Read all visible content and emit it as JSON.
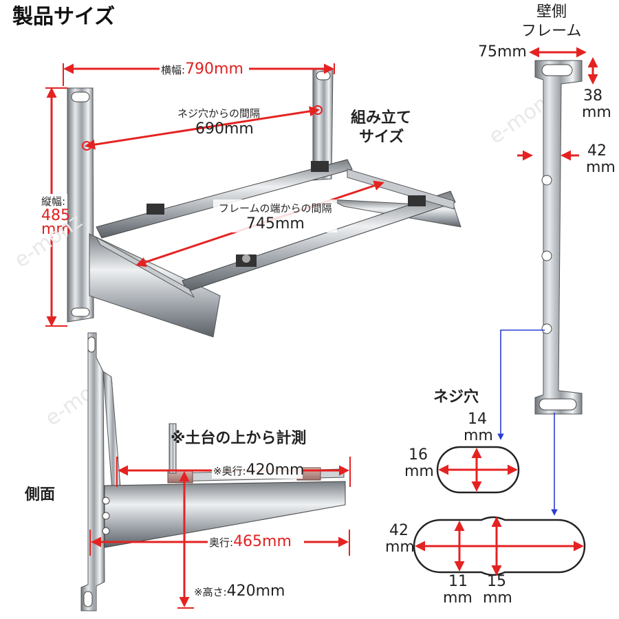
{
  "title": "製品サイズ",
  "main": {
    "width_prefix": "横幅:",
    "width_value": "790mm",
    "height_prefix": "縦幅:",
    "height_value_1": "485",
    "height_value_2": "mm",
    "hole_spacing_label": "ネジ穴からの間隔",
    "hole_spacing_value": "690mm",
    "frame_spacing_label": "フレームの端からの間隔",
    "frame_spacing_value": "745mm",
    "assembled_line1": "組み立て",
    "assembled_line2": "サイズ"
  },
  "wall_frame": {
    "title_line1": "壁側",
    "title_line2": "フレーム",
    "width": "75mm",
    "top_hole_height_1": "38",
    "top_hole_height_2": "mm",
    "thickness_1": "42",
    "thickness_2": "mm"
  },
  "screw_hole": {
    "title": "ネジ穴",
    "hole1_height_1": "14",
    "hole1_height_2": "mm",
    "hole1_width_1": "16",
    "hole1_width_2": "mm",
    "hole2_height_1": "42",
    "hole2_height_2": "mm",
    "hole2_w1_1": "11",
    "hole2_w1_2": "mm",
    "hole2_w2_1": "15",
    "hole2_w2_2": "mm"
  },
  "side": {
    "label": "側面",
    "note": "※土台の上から計測",
    "depth1_prefix": "※奥行:",
    "depth1_value": "420mm",
    "depth2_prefix": "奥行:",
    "depth2_value": "465mm",
    "height_prefix": "※高さ:",
    "height_value": "420mm"
  },
  "watermark": "e-monz"
}
